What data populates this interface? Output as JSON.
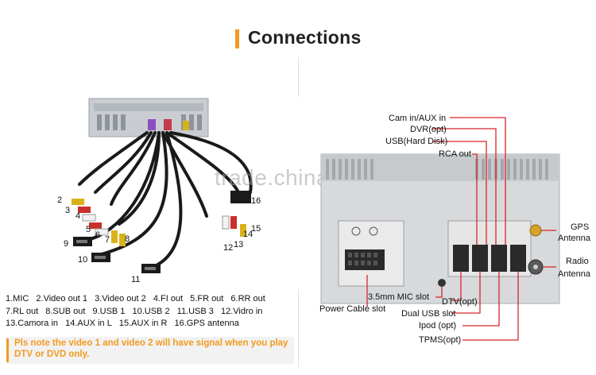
{
  "header": {
    "title": "Connections",
    "accent_color": "#f29a1f"
  },
  "watermark": "trade.china.cn",
  "left_numbers": [
    "2",
    "3",
    "4",
    "5",
    "6",
    "7",
    "8",
    "9",
    "10",
    "11",
    "12",
    "13",
    "14",
    "15",
    "16"
  ],
  "legend": {
    "rows": [
      [
        "1.MIC",
        "2.Video out 1",
        "3.Video out 2",
        "4.FI out",
        "5.FR out",
        "6.RR out"
      ],
      [
        "7.RL out",
        "8.SUB out",
        "9.USB 1",
        "10.USB 2",
        "11.USB 3",
        "12.Vidro in"
      ],
      [
        "13.Camora in",
        "14.AUX in L",
        "15.AUX in R",
        "16.GPS antenna"
      ]
    ]
  },
  "note": "Pls note the video 1 and video 2 will have signal when you play DTV or DVD only.",
  "right_labels": {
    "cam_aux": "Cam in/AUX in",
    "dvr": "DVR(opt)",
    "usb_hd": "USB(Hard Disk)",
    "rca_out": "RCA out",
    "gps_1": "GPS",
    "gps_2": "Antenna",
    "radio_1": "Radio",
    "radio_2": "Antenna",
    "mic_slot": "3.5mm MIC slot",
    "power_slot": "Power Cable slot",
    "dtv": "DTV(opt)",
    "dual_usb": "Dual USB slot",
    "ipod": "Ipod (opt)",
    "tpms": "TPMS(opt)"
  },
  "callout_color": "#d9262b"
}
